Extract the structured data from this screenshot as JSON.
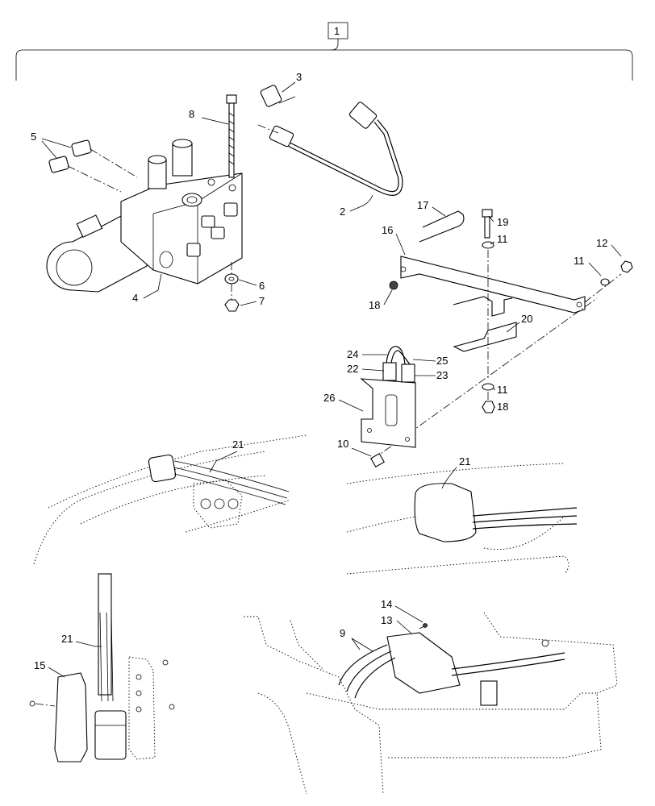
{
  "callouts": {
    "c1": "1",
    "c2": "2",
    "c3": "3",
    "c4": "4",
    "c5": "5",
    "c6": "6",
    "c7": "7",
    "c8": "8",
    "c9": "9",
    "c10": "10",
    "c11a": "11",
    "c11b": "11",
    "c11c": "11",
    "c12": "12",
    "c13": "13",
    "c14": "14",
    "c15": "15",
    "c16": "16",
    "c17": "17",
    "c18a": "18",
    "c18b": "18",
    "c19": "19",
    "c20": "20",
    "c21a": "21",
    "c21b": "21",
    "c21c": "21",
    "c22": "22",
    "c23": "23",
    "c24": "24",
    "c25": "25",
    "c26": "26"
  }
}
